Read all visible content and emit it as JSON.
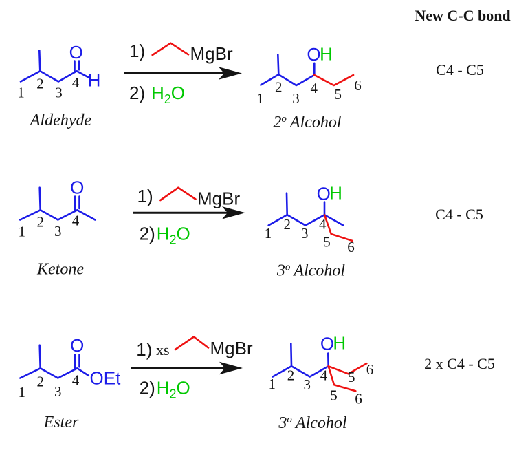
{
  "colors": {
    "structure_blue": "#1c1ce8",
    "new_bond_red": "#ee1111",
    "water_green": "#00c800",
    "ink_black": "#141414"
  },
  "column_header": "New C-C bond",
  "rows": [
    {
      "reactant": {
        "name": "Aldehyde",
        "carbonyl_o": "O",
        "aldehyde_h": "H",
        "locants": {
          "c1": "1",
          "c2": "2",
          "c3": "3",
          "c4": "4"
        }
      },
      "reagents": {
        "step1": "1)",
        "grignard": "MgBr",
        "step2": "2)",
        "water": {
          "h": "H",
          "sub": "2",
          "o": "O"
        }
      },
      "product": {
        "name_num": "2",
        "name_sup": "o",
        "name_rest": "Alcohol",
        "hydroxyl_o": "O",
        "hydroxyl_h": "H",
        "locants": {
          "c1": "1",
          "c2": "2",
          "c3": "3",
          "c4": "4",
          "c5": "5",
          "c6": "6"
        }
      },
      "new_bond": "C4 - C5"
    },
    {
      "reactant": {
        "name": "Ketone",
        "carbonyl_o": "O",
        "locants": {
          "c1": "1",
          "c2": "2",
          "c3": "3",
          "c4": "4"
        }
      },
      "reagents": {
        "step1": "1)",
        "grignard": "MgBr",
        "step2": "2)",
        "water": {
          "h": "H",
          "sub": "2",
          "o": "O"
        }
      },
      "product": {
        "name_num": "3",
        "name_sup": "o",
        "name_rest": "Alcohol",
        "hydroxyl_o": "O",
        "hydroxyl_h": "H",
        "locants": {
          "c1": "1",
          "c2": "2",
          "c3": "3",
          "c4": "4",
          "c5": "5",
          "c6": "6"
        }
      },
      "new_bond": "C4 - C5"
    },
    {
      "reactant": {
        "name": "Ester",
        "carbonyl_o": "O",
        "ester_oet": "OEt",
        "locants": {
          "c1": "1",
          "c2": "2",
          "c3": "3",
          "c4": "4"
        }
      },
      "reagents": {
        "step1": "1)",
        "excess": "xs",
        "grignard": "MgBr",
        "step2": "2)",
        "water": {
          "h": "H",
          "sub": "2",
          "o": "O"
        }
      },
      "product": {
        "name_num": "3",
        "name_sup": "o",
        "name_rest": "Alcohol",
        "hydroxyl_o": "O",
        "hydroxyl_h": "H",
        "locants": {
          "c1": "1",
          "c2": "2",
          "c3": "3",
          "c4": "4",
          "c5a": "5",
          "c6a": "6",
          "c5b": "5",
          "c6b": "6"
        }
      },
      "new_bond": "2 x C4 - C5"
    }
  ]
}
